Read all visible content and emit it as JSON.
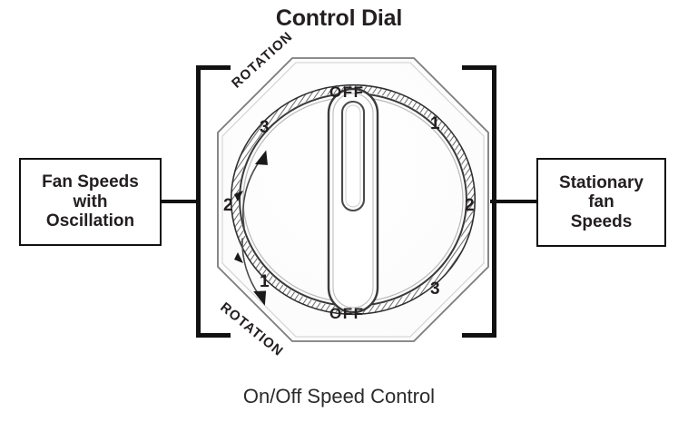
{
  "page": {
    "title": "Control Dial",
    "caption": "On/Off Speed Control",
    "background_color": "#ffffff",
    "line_color": "#111111",
    "text_color": "#231f20"
  },
  "callouts": {
    "left": {
      "label": "Fan Speeds\nwith\nOscillation",
      "lines": [
        "Fan Speeds",
        "with",
        "Oscillation"
      ]
    },
    "right": {
      "label": "Stationary\nfan\nSpeeds",
      "lines": [
        "Stationary",
        "fan",
        "Speeds"
      ]
    }
  },
  "dial": {
    "off_top": "OFF",
    "off_bottom": "OFF",
    "rotation_top": "ROTATION",
    "rotation_bottom": "ROTATION",
    "stationary_speeds": {
      "side": "right",
      "positions": [
        {
          "label": "1",
          "angle_deg": 40
        },
        {
          "label": "2",
          "angle_deg": 90
        },
        {
          "label": "3",
          "angle_deg": 140
        }
      ]
    },
    "oscillation_speeds": {
      "side": "left",
      "positions": [
        {
          "label": "3",
          "angle_deg": 320
        },
        {
          "label": "2",
          "angle_deg": 270
        },
        {
          "label": "1",
          "angle_deg": 220
        }
      ]
    },
    "knob": {
      "shape": "vertical-capsule",
      "pointer_slot": "top"
    },
    "faceplate_shape": "octagon",
    "rotation_arrows": 2
  }
}
